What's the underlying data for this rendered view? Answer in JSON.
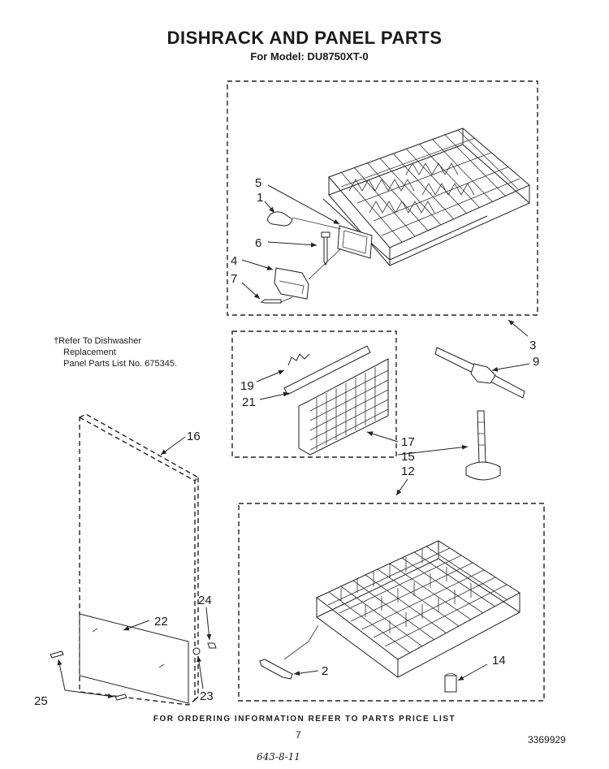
{
  "header": {
    "title": "DISHRACK AND PANEL PARTS",
    "model": "For Model: DU8750XT-0"
  },
  "note": {
    "line1": "†Refer To Dishwasher",
    "line2": "Replacement",
    "line3": "Panel Parts List No. 675345."
  },
  "callouts": {
    "c1": "1",
    "c2": "2",
    "c3": "3",
    "c4": "4",
    "c5": "5",
    "c6": "6",
    "c7": "7",
    "c9": "9",
    "c12": "12",
    "c14": "14",
    "c15": "15",
    "c16": "16",
    "c17": "17",
    "c19": "19",
    "c21": "21",
    "c22": "22",
    "c23": "23",
    "c24": "24",
    "c25": "25"
  },
  "footer": {
    "ordering": "FOR ORDERING INFORMATION REFER TO PARTS PRICE LIST",
    "page": "7",
    "doc_number": "3369929",
    "handwritten": "643-8-11"
  }
}
